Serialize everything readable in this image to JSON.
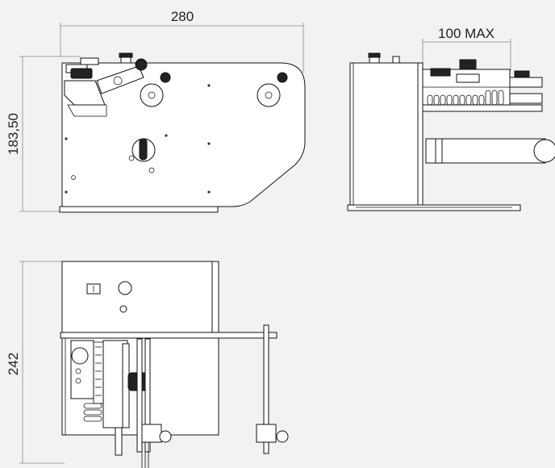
{
  "dimensions": {
    "width_front": "280",
    "height_front": "183,50",
    "reel_max": "100 MAX",
    "depth_top": "242"
  },
  "colors": {
    "background": "#f2f2f2",
    "line": "#111111",
    "dimension_line": "#888888"
  }
}
